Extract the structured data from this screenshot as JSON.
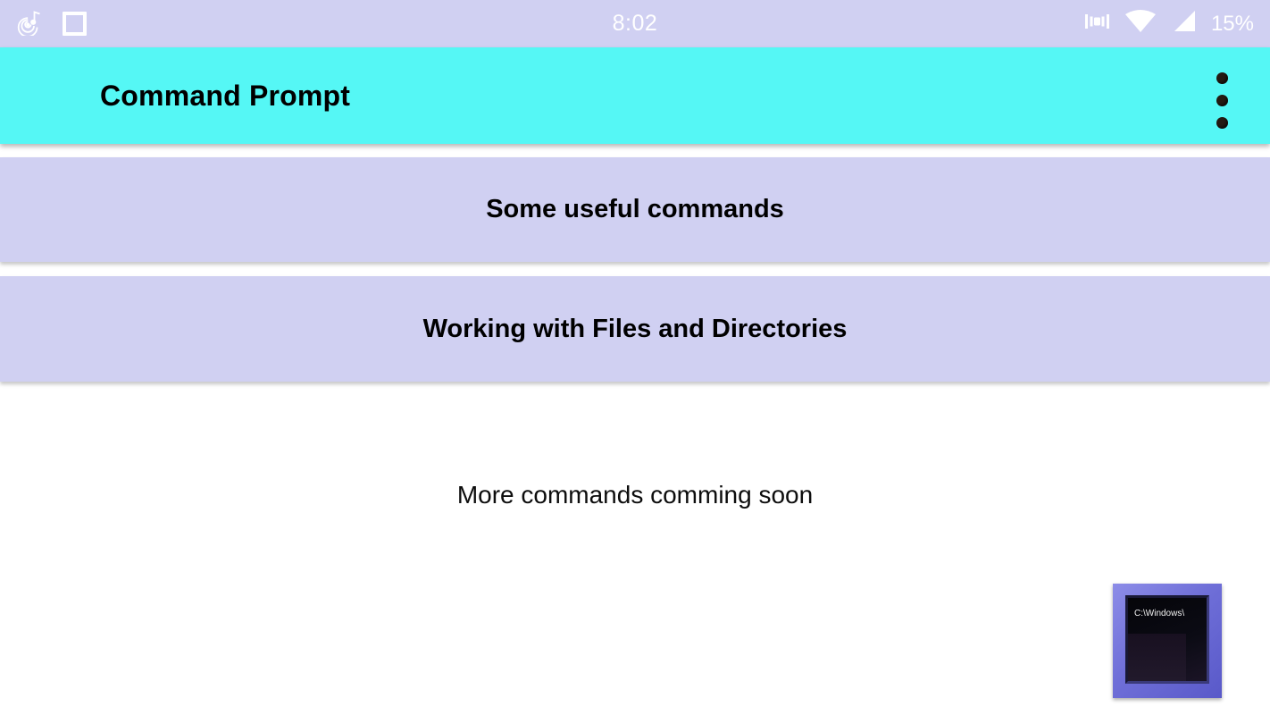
{
  "status_bar": {
    "clock": "8:02",
    "battery_percent": "15%",
    "left_icons": [
      {
        "name": "music-player-icon",
        "glyph": "music"
      },
      {
        "name": "screen-record-square-icon",
        "glyph": "square"
      }
    ],
    "right_icons": [
      {
        "name": "vibrate-icon",
        "glyph": "vibrate"
      },
      {
        "name": "wifi-icon",
        "glyph": "wifi"
      },
      {
        "name": "cellular-signal-icon",
        "glyph": "signal"
      }
    ],
    "background_color": "#d0d0f2",
    "text_color": "#ffffff"
  },
  "app_bar": {
    "title": "Command Prompt",
    "background_color": "#55f7f5",
    "title_color": "#000000",
    "overflow_menu": {
      "name": "overflow-menu-icon",
      "dot_count": 3,
      "dot_color": "#241a12"
    }
  },
  "main": {
    "cards": [
      {
        "label": "Some useful commands",
        "background_color": "#d0d0f2"
      },
      {
        "label": "Working with Files and Directories",
        "background_color": "#d0d0f2"
      }
    ],
    "notice": "More commands comming soon",
    "background_color": "#ffffff"
  },
  "floating_icon": {
    "name": "command-prompt-icon",
    "terminal_text": "C:\\Windows\\",
    "frame_color": "#6f6fd8",
    "screen_color": "#0b0b14"
  }
}
